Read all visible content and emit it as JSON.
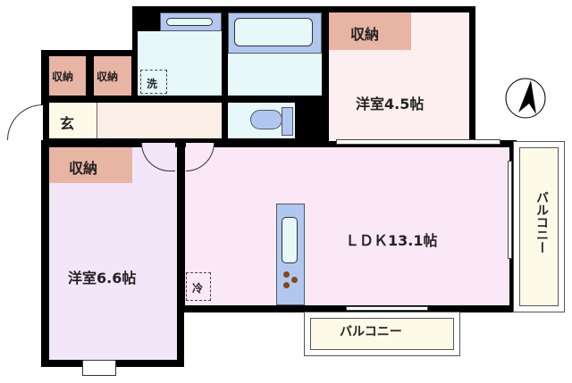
{
  "rooms": {
    "storage_1": "収納",
    "storage_2": "収納",
    "storage_3": "収納",
    "storage_4": "収納",
    "entrance": "玄",
    "washer": "洗",
    "fridge": "冷",
    "western_room_small": "洋室4.5帖",
    "western_room_large": "洋室6.6帖",
    "ldk": "ＬＤＫ13.1帖",
    "balcony_side": "バルコニー",
    "balcony_bottom": "バルコニー"
  },
  "colors": {
    "storage": "#e8b4a4",
    "wet_area": "#e6f8f8",
    "fixtures": "#b0c8f0",
    "ldk": "#fbe8f6",
    "western_room": "#f3e6f8",
    "balcony": "#fdfbe8"
  },
  "compass": "north-arrow-icon"
}
